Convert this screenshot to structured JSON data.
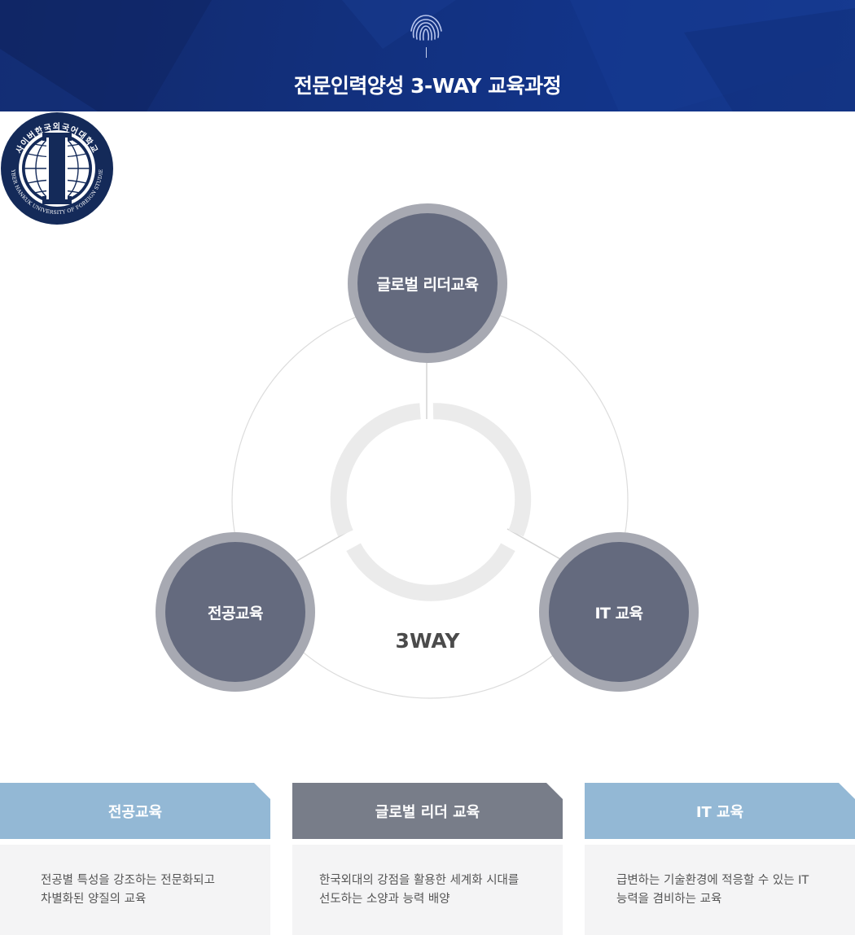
{
  "header": {
    "title": "전문인력양성 3-WAY 교육과정"
  },
  "diagram": {
    "nodes": {
      "top": "글로벌 리더교육",
      "left": "전공교육",
      "right": "IT 교육"
    },
    "center_label": "3WAY",
    "logo": {
      "korean_text": "사이버한국외국어대학교",
      "english_text": "CYBER HANKUK UNIVERSITY OF FOREIGN STUDIES"
    }
  },
  "cards": [
    {
      "title": "전공교육",
      "lines": [
        "전공별 특성을 강조하는 전문화되고",
        "차별화된 양질의 교육"
      ],
      "color": "#93b8d5"
    },
    {
      "title": "글로벌 리더 교육",
      "lines": [
        "한국외대의 강점을 활용한 세계화 시대를",
        "선도하는 소양과 능력 배양"
      ],
      "color": "#787d89"
    },
    {
      "title": "IT 교육",
      "lines": [
        "급변하는 기술환경에 적응할 수 있는 IT",
        "능력을 겸비하는 교육"
      ],
      "color": "#93b8d5"
    }
  ],
  "colors": {
    "header_bg": "#12307d",
    "node_ring": "#a7a9b2",
    "node_fill": "#646a7e",
    "logo_navy": "#142a59"
  },
  "icons": [
    "fingerprint-icon"
  ]
}
